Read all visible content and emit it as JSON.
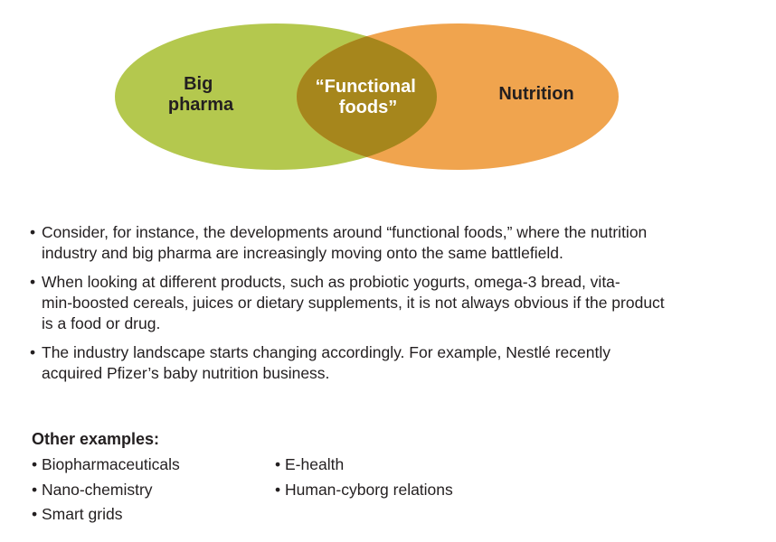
{
  "colors": {
    "left_circle": "#b4c84e",
    "right_circle": "#f0a44e",
    "overlap": "#a6861c",
    "text": "#231f20",
    "overlap_text": "#ffffff"
  },
  "venn": {
    "left_label": [
      "Big",
      "pharma"
    ],
    "right_label": [
      "Nutrition"
    ],
    "overlap_label": [
      "“Functional",
      "foods”"
    ]
  },
  "bullet_symbol": "•",
  "bullets": [
    {
      "lines": [
        "Consider, for instance, the developments around “functional foods,” where the nutrition",
        "industry and big pharma are increasingly moving onto the same battlefield."
      ]
    },
    {
      "lines": [
        "When looking at different products, such as probiotic yogurts, omega-3 bread, vita-",
        "min-boosted cereals, juices or dietary supplements, it is not always obvious if the product",
        "is a food or drug."
      ]
    },
    {
      "lines": [
        "The industry landscape starts changing accordingly. For example, Nestlé recently",
        "acquired Pfizer’s baby nutrition business."
      ]
    }
  ],
  "other_examples": {
    "heading": "Other examples:",
    "column_1": [
      "Biopharmaceuticals",
      "Nano-chemistry",
      "Smart grids"
    ],
    "column_2": [
      "E-health",
      "Human-cyborg relations"
    ]
  }
}
